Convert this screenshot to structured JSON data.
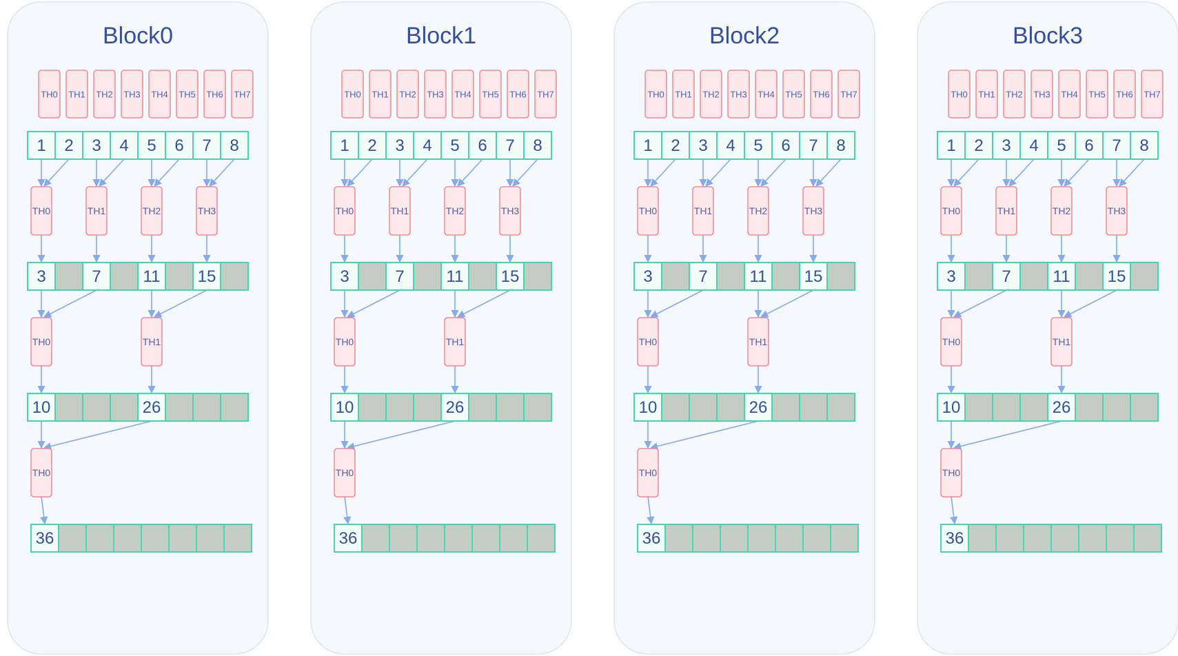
{
  "blocks": [
    {
      "title": "Block0"
    },
    {
      "title": "Block1"
    },
    {
      "title": "Block2"
    },
    {
      "title": "Block3"
    }
  ],
  "thread_labels": [
    "TH0",
    "TH1",
    "TH2",
    "TH3",
    "TH4",
    "TH5",
    "TH6",
    "TH7"
  ],
  "initial_values": [
    "1",
    "2",
    "3",
    "4",
    "5",
    "6",
    "7",
    "8"
  ],
  "reduction_stages": [
    {
      "active_threads": 4,
      "values": [
        "3",
        "7",
        "11",
        "15"
      ],
      "step": 2
    },
    {
      "active_threads": 2,
      "values": [
        "10",
        "26"
      ],
      "step": 4
    },
    {
      "active_threads": 1,
      "values": [
        "36"
      ],
      "step": 8
    }
  ],
  "colors": {
    "panel_fill": "#f5f9fd",
    "panel_stroke": "#d9e6f4",
    "title": "#34509a",
    "thread_fill": "#fde8ec",
    "thread_stroke": "#ee8a8e",
    "thread_text": "#4a63a8",
    "cell_fill": "#f2fcf9",
    "cell_stroke": "#46d5ae",
    "cell_empty": "#c3cdc3",
    "value_text": "#34509a",
    "arrow": "#86aae8"
  }
}
